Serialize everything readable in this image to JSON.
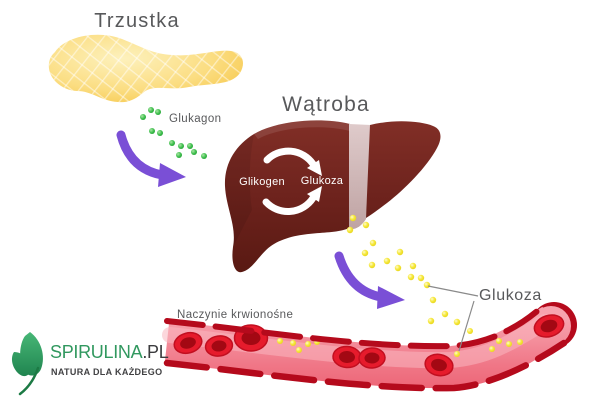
{
  "diagram": {
    "pancreas_title": "Trzustka",
    "liver_title": "Wątroba",
    "glucagon_label": "Glukagon",
    "cycle": {
      "from_label": "Glikogen",
      "to_label": "Glukoza"
    },
    "glucose_label": "Glukoza",
    "vessel_label": "Naczynie krwionośne"
  },
  "logo": {
    "brand": "SPIRULINA",
    "suffix": ".PL",
    "tagline": "NATURA DLA KAŻDEGO"
  },
  "colors": {
    "pancreas_yellow": "#f8cf56",
    "liver_maroon": "#6e231d",
    "ligament_pink": "#cdb3b3",
    "arrow_purple": "#7a4fd6",
    "glucagon_dot_green": "#3fbf4e",
    "glucose_dot_yellow": "#f0df2e",
    "vessel_pink": "#f0788a",
    "vessel_border_red": "#b50a1c",
    "blood_cell_red": "#e61b2c",
    "label_gray": "#58595b",
    "logo_green": "#31985f"
  }
}
